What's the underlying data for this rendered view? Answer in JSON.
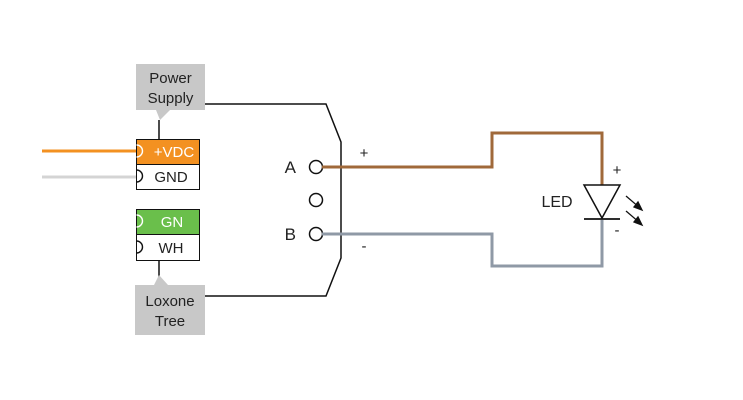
{
  "callouts": {
    "power_supply": {
      "line1": "Power",
      "line2": "Supply"
    },
    "loxone_tree": {
      "line1": "Loxone",
      "line2": "Tree"
    }
  },
  "terminals": {
    "vdc": "+VDC",
    "gnd": "GND",
    "gn": "GN",
    "wh": "WH"
  },
  "module": {
    "pin_a": "A",
    "pin_b": "B",
    "plus": "+",
    "minus": "-"
  },
  "led": {
    "label": "LED",
    "plus": "+",
    "minus": "-"
  },
  "colors": {
    "vdc_terminal": "#f39121",
    "gn_terminal": "#6abf4b",
    "callout_bg": "#c8c8c8",
    "wire_positive": "#a0693a",
    "wire_negative": "#8f99a6",
    "wire_orange": "#f39121",
    "wire_gray": "#d4d4d4",
    "outline": "#111111"
  }
}
